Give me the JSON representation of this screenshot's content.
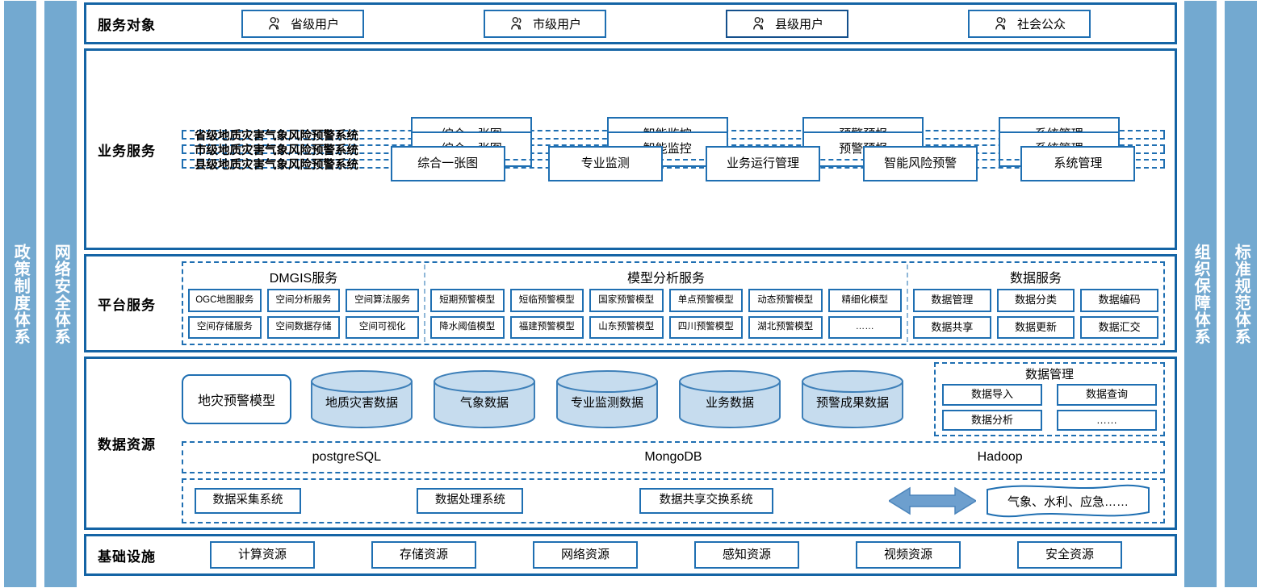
{
  "side_bars": {
    "left": [
      {
        "name": "policy-system",
        "label": "政策制度体系"
      },
      {
        "name": "network-security-system",
        "label": "网络安全体系"
      }
    ],
    "right": [
      {
        "name": "organization-guarantee-system",
        "label": "组织保障体系"
      },
      {
        "name": "standard-specification-system",
        "label": "标准规范体系"
      }
    ],
    "color": "#73a9d0"
  },
  "layers": {
    "service_targets": {
      "label": "服务对象",
      "items": [
        {
          "icon": "user-icon",
          "label": "省级用户"
        },
        {
          "icon": "user-icon",
          "label": "市级用户"
        },
        {
          "icon": "user-icon",
          "label": "县级用户"
        },
        {
          "icon": "user-icon",
          "label": "社会公众"
        }
      ]
    },
    "business_services": {
      "label": "业务服务",
      "rows": [
        {
          "system": "省级地质灾害气象风险预警系统",
          "modules": [
            "综合一张图",
            "智能监控",
            "预警预报",
            "系统管理"
          ]
        },
        {
          "system": "市级地质灾害气象风险预警系统",
          "modules": [
            "综合一张图",
            "智能监控",
            "预警预报",
            "系统管理"
          ]
        },
        {
          "system": "县级地质灾害气象风险预警系统",
          "modules": [
            "综合一张图",
            "专业监测",
            "业务运行管理",
            "智能风险预警",
            "系统管理"
          ]
        }
      ]
    },
    "platform_services": {
      "label": "平台服务",
      "groups": [
        {
          "title": "DMGIS服务",
          "row1": [
            "OGC地图服务",
            "空间分析服务",
            "空间算法服务"
          ],
          "row2": [
            "空间存储服务",
            "空间数据存储",
            "空间可视化"
          ]
        },
        {
          "title": "模型分析服务",
          "row1": [
            "短期预警模型",
            "短临预警模型",
            "国家预警模型",
            "单点预警模型",
            "动态预警模型",
            "精细化模型"
          ],
          "row2": [
            "降水阈值模型",
            "福建预警模型",
            "山东预警模型",
            "四川预警模型",
            "湖北预警模型",
            "……"
          ]
        },
        {
          "title": "数据服务",
          "row1": [
            "数据管理",
            "数据分类",
            "数据编码"
          ],
          "row2": [
            "数据共享",
            "数据更新",
            "数据汇交"
          ]
        }
      ]
    },
    "data_resources": {
      "label": "数据资源",
      "model_box": "地灾预警模型",
      "cylinders": [
        "地质灾害数据",
        "气象数据",
        "专业监测数据",
        "业务数据",
        "预警成果数据"
      ],
      "data_management": {
        "title": "数据管理",
        "row1": [
          "数据导入",
          "数据查询"
        ],
        "row2": [
          "数据分析",
          "……"
        ]
      },
      "databases": [
        "postgreSQL",
        "MongoDB",
        "Hadoop"
      ],
      "pipeline": {
        "systems": [
          "数据采集系统",
          "数据处理系统",
          "数据共享交换系统"
        ],
        "arrow": "double-arrow-icon",
        "external": "气象、水利、应急……"
      }
    },
    "infrastructure": {
      "label": "基础设施",
      "items": [
        "计算资源",
        "存储资源",
        "网络资源",
        "感知资源",
        "视频资源",
        "安全资源"
      ]
    }
  },
  "colors": {
    "border_primary": "#1464a5",
    "border_box": "#1f6fb2",
    "side_bar": "#73a9d0",
    "cylinder_fill": "#c6dcee",
    "cylinder_stroke": "#3d7fb8",
    "arrow_fill": "#6d9fce"
  }
}
